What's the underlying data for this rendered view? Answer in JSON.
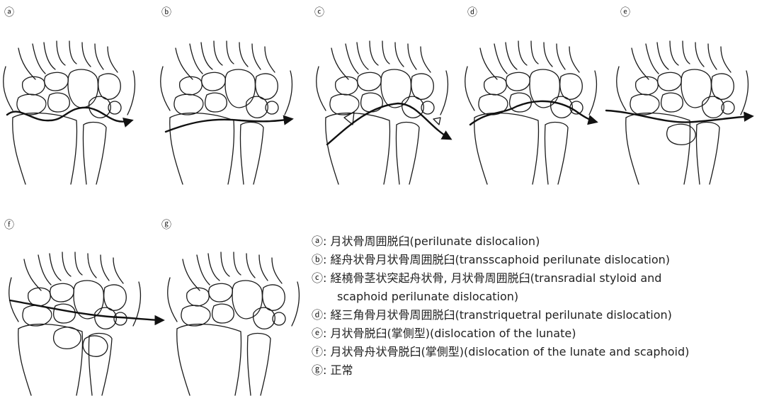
{
  "panels": [
    {
      "label": "ⓐ"
    },
    {
      "label": "ⓑ"
    },
    {
      "label": "ⓒ"
    },
    {
      "label": "ⓓ"
    },
    {
      "label": "ⓔ"
    },
    {
      "label": "ⓕ"
    },
    {
      "label": "ⓖ"
    }
  ],
  "legend": [
    {
      "text": "ⓐ: 月状骨周囲脱臼(perilunate dislocalion)"
    },
    {
      "text": "ⓑ: 経舟状骨月状骨周囲脱臼(transscaphoid perilunate dislocation)"
    },
    {
      "text": "ⓒ: 経橈骨茎状突起舟状骨, 月状骨周囲脱臼(transradial styloid and"
    },
    {
      "text": "scaphoid perilunate dislocation)"
    },
    {
      "text": "ⓓ: 経三角骨月状骨周囲脱臼(transtriquetral perilunate dislocation)"
    },
    {
      "text": "ⓔ: 月状骨脱臼(掌側型)(dislocation of the lunate)"
    },
    {
      "text": "ⓕ: 月状骨舟状骨脱臼(掌側型)(dislocation of the lunate and scaphoid)"
    },
    {
      "text": "ⓖ: 正常"
    }
  ]
}
